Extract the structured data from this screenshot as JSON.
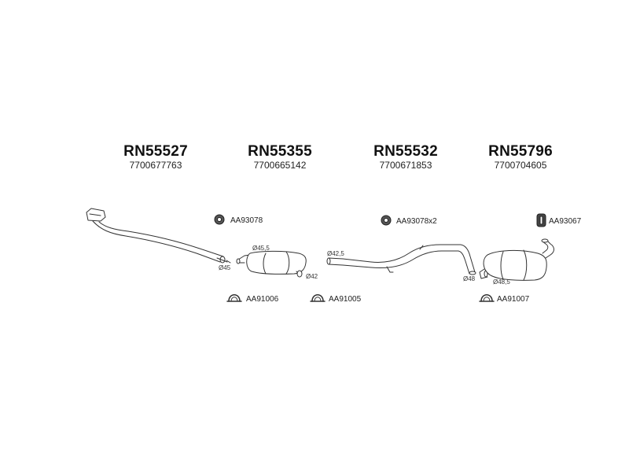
{
  "parts": [
    {
      "code": "RN55527",
      "oem": "7700677763"
    },
    {
      "code": "RN55355",
      "oem": "7700665142"
    },
    {
      "code": "RN55532",
      "oem": "7700671853"
    },
    {
      "code": "RN55796",
      "oem": "7700704605"
    }
  ],
  "accessories": {
    "ring_1": "AA93078",
    "ring_2": "AA93078x2",
    "hanger": "AA93067",
    "clamp_1": "AA91006",
    "clamp_2": "AA91005",
    "clamp_3": "AA91007"
  },
  "diameters": {
    "d45": "Ø45",
    "d45_5": "Ø45,5",
    "d42": "Ø42",
    "d42_5": "Ø42,5",
    "d48": "Ø48",
    "d48_5": "Ø48,5"
  }
}
